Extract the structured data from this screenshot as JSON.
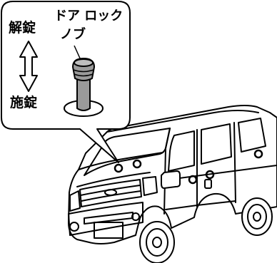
{
  "callout": {
    "unlock_label": "解錠",
    "lock_label": "施錠",
    "knob_label_line1": "ドア ロック",
    "knob_label_line2": "ノブ"
  },
  "colors": {
    "line": "#000000",
    "knob_fill": "#9a9a9a",
    "background": "#ffffff"
  }
}
